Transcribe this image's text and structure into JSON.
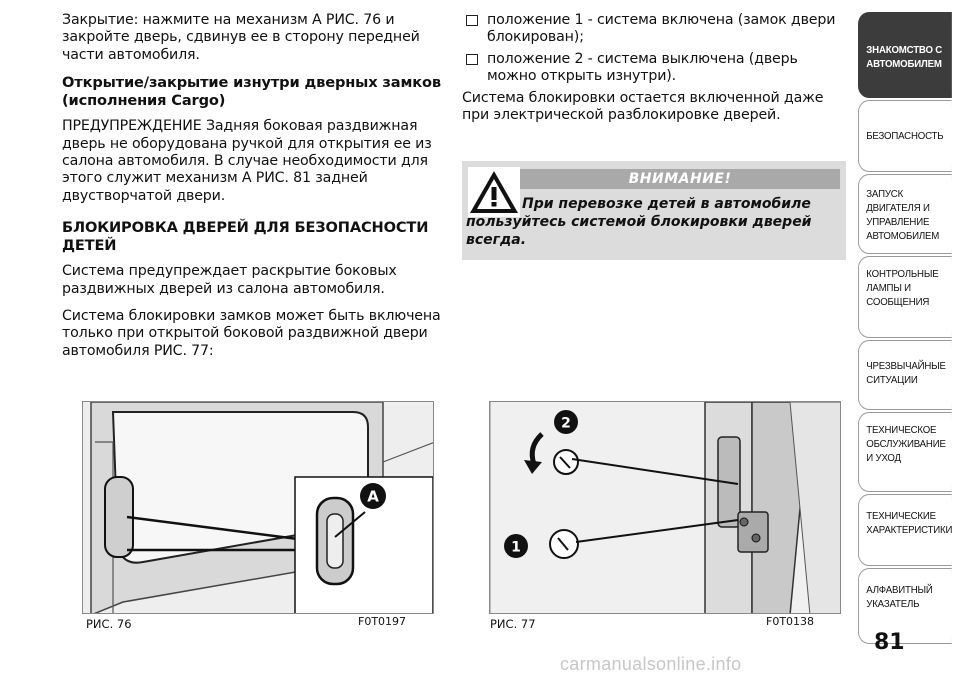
{
  "left": {
    "p1": "Закрытие: нажмите на механизм А РИС. 76 и закройте дверь, сдвинув ее в сторону передней части автомобиля.",
    "h1": "Открытие/закрытие изнутри дверных замков (исполнения Cargo)",
    "p2": "ПРЕДУПРЕЖДЕНИЕ Задняя боковая раздвижная дверь не оборудована ручкой для открытия ее из салона автомобиля. В случае необходимости для этого служит механизм А РИС. 81 задней двустворчатой двери.",
    "h2": "БЛОКИРОВКА ДВЕРЕЙ ДЛЯ БЕЗОПАСНОСТИ ДЕТЕЙ",
    "p3": "Система предупреждает раскрытие боковых раздвижных дверей из салона автомобиля.",
    "p4": "Система блокировки замков может быть включена только при открытой боковой раздвижной двери автомобиля РИС. 77:"
  },
  "right": {
    "b1": "положение 1 - система включена (замок двери блокирован);",
    "b2": "положение 2 - система выключена (дверь можно открыть изнутри).",
    "p1": "Система блокировки остается включенной даже при электрической разблокировке дверей."
  },
  "warning": {
    "title": "ВНИМАНИЕ!",
    "text": "При перевозке детей в автомобиле пользуйтесь системой блокировки дверей всегда."
  },
  "figures": {
    "f76": {
      "label": "РИС. 76",
      "code": "F0T0197",
      "marker": "A"
    },
    "f77": {
      "label": "РИС. 77",
      "code": "F0T0138",
      "marker1": "1",
      "marker2": "2"
    }
  },
  "sidebar": {
    "tabs": [
      "ЗНАКОМСТВО С АВТОМОБИЛЕМ",
      "БЕЗОПАСНОСТЬ",
      "ЗАПУСК ДВИГАТЕЛЯ И УПРАВЛЕНИЕ АВТОМОБИЛЕМ",
      "КОНТРОЛЬНЫЕ ЛАМПЫ И СООБЩЕНИЯ",
      "ЧРЕЗВЫЧАЙНЫЕ СИТУАЦИИ",
      "ТЕХНИЧЕСКОЕ ОБСЛУЖИВАНИЕ И УХОД",
      "ТЕХНИЧЕСКИЕ ХАРАКТЕРИСТИКИ",
      "АЛФАВИТНЫЙ УКАЗАТЕЛЬ"
    ]
  },
  "page_number": "81",
  "watermark": "carmanualsonline.info"
}
